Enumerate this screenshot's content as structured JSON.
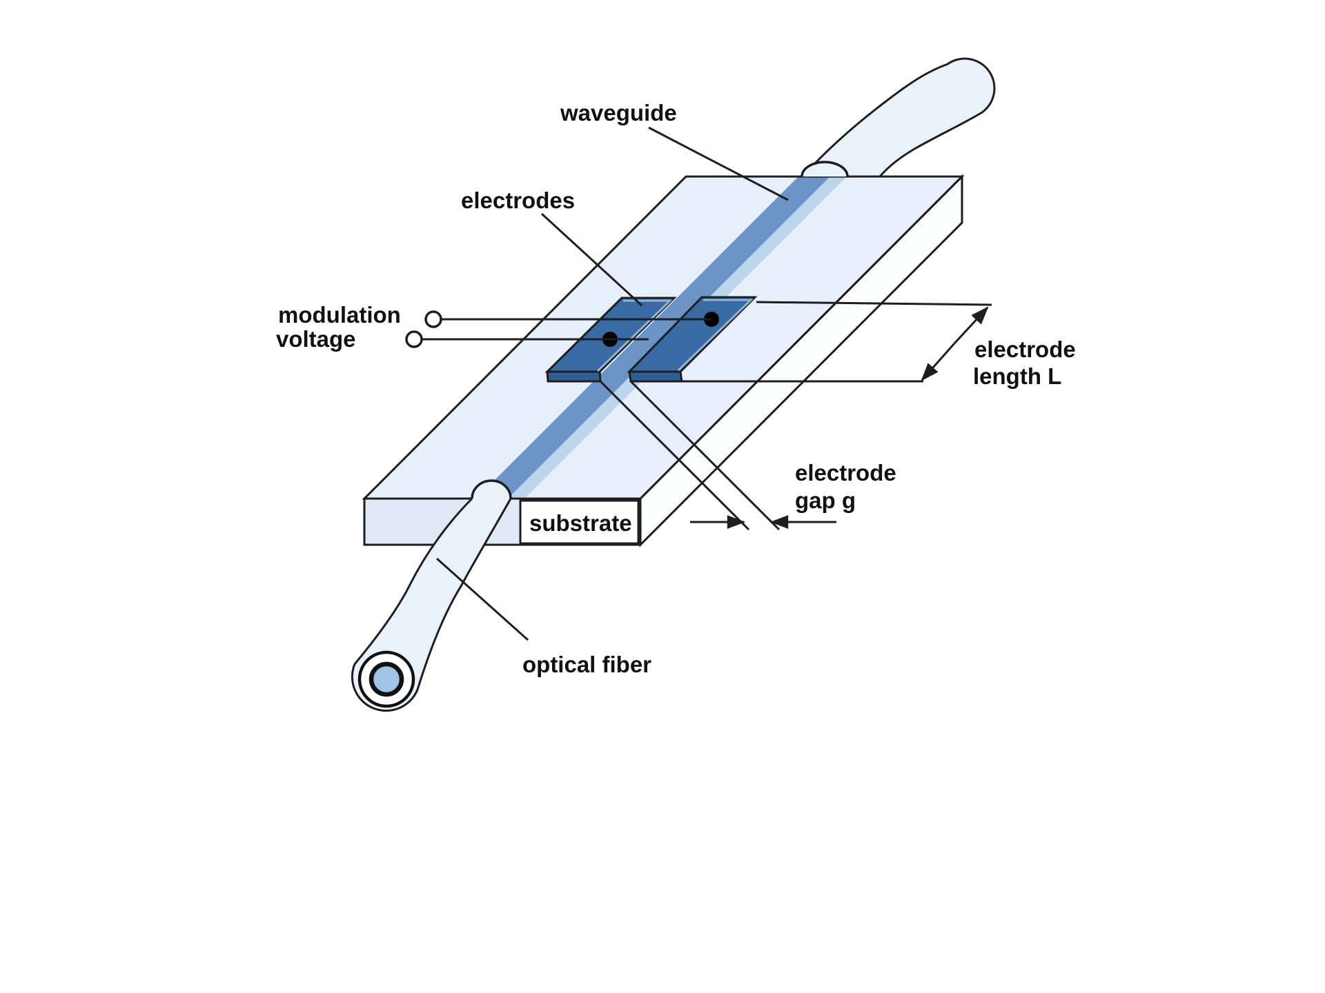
{
  "diagram": {
    "title": "electro-optic modulator schematic",
    "labels": {
      "waveguide": "waveguide",
      "electrodes": "electrodes",
      "modulation_voltage_line1": "modulation",
      "modulation_voltage_line2": "voltage",
      "electrode_length_line1": "electrode",
      "electrode_length_line2": "length L",
      "electrode_gap_line1": "electrode",
      "electrode_gap_line2": "gap g",
      "substrate": "substrate",
      "optical_fiber": "optical fiber"
    },
    "colors": {
      "substrate_top_face": "#e7effa",
      "substrate_front_face": "#dfeaf6",
      "substrate_right_face": "#fdfeff",
      "waveguide_dark": "#6a94c6",
      "waveguide_light": "#bdd5ec",
      "electrode_top": "#3a6aa4",
      "electrode_side": "#2f5d96",
      "electrode_bevel": "#8fb4da",
      "fiber_body": "#e9f1fb",
      "fiber_core": "#a0c4e6",
      "line": "#1e1e1e"
    }
  }
}
